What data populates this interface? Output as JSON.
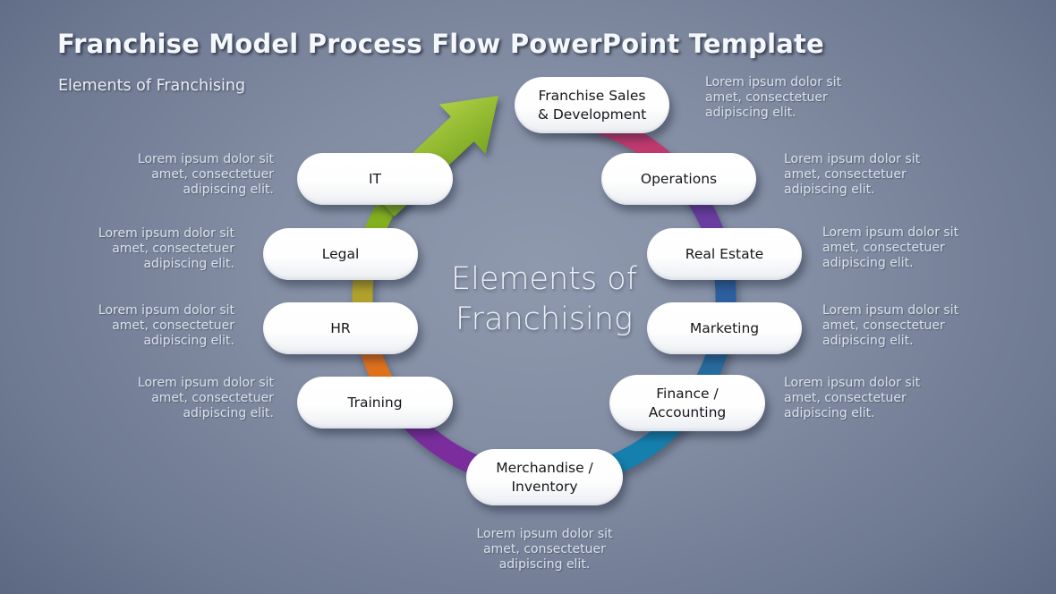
{
  "header": {
    "title": "Franchise Model Process Flow PowerPoint Template",
    "subtitle": "Elements of Franchising"
  },
  "center": {
    "line1": "Elements of",
    "line2": "Franchising"
  },
  "nodes": [
    {
      "id": "franchise-sales-development",
      "label": "Franchise Sales\n& Development",
      "desc": "Lorem ipsum dolor sit\namet, consectetuer\nadipiscing elit."
    },
    {
      "id": "operations",
      "label": "Operations",
      "desc": "Lorem ipsum dolor sit\namet, consectetuer\nadipiscing elit."
    },
    {
      "id": "real-estate",
      "label": "Real Estate",
      "desc": "Lorem ipsum dolor sit\namet, consectetuer\nadipiscing elit."
    },
    {
      "id": "marketing",
      "label": "Marketing",
      "desc": "Lorem ipsum dolor sit\namet, consectetuer\nadipiscing elit."
    },
    {
      "id": "finance-accounting",
      "label": "Finance /\nAccounting",
      "desc": "Lorem ipsum dolor sit\namet, consectetuer\nadipiscing elit."
    },
    {
      "id": "merchandise-inventory",
      "label": "Merchandise /\nInventory",
      "desc": "Lorem ipsum dolor sit\namet, consectetuer\nadipiscing elit."
    },
    {
      "id": "training",
      "label": "Training",
      "desc": "Lorem ipsum dolor sit\namet, consectetuer\nadipiscing elit."
    },
    {
      "id": "hr",
      "label": "HR",
      "desc": "Lorem ipsum dolor sit\namet, consectetuer\nadipiscing elit."
    },
    {
      "id": "legal",
      "label": "Legal",
      "desc": "Lorem ipsum dolor sit\namet, consectetuer\nadipiscing elit."
    },
    {
      "id": "it",
      "label": "IT",
      "desc": "Lorem ipsum dolor sit\namet, consectetuer\nadipiscing elit."
    }
  ],
  "ring": {
    "segments": [
      {
        "from": "franchise-sales-development",
        "to": "operations",
        "color": "#bf3a6e"
      },
      {
        "from": "operations",
        "to": "real-estate",
        "color": "#6a3da1"
      },
      {
        "from": "real-estate",
        "to": "marketing",
        "color": "#2d5f9e"
      },
      {
        "from": "marketing",
        "to": "finance-accounting",
        "color": "#276b9e"
      },
      {
        "from": "finance-accounting",
        "to": "merchandise-inventory",
        "color": "#1580ad"
      },
      {
        "from": "merchandise-inventory",
        "to": "training",
        "color": "#7b2d9e"
      },
      {
        "from": "training",
        "to": "hr",
        "color": "#e0711c"
      },
      {
        "from": "hr",
        "to": "legal",
        "color": "#b1a02a"
      },
      {
        "from": "legal",
        "to": "it",
        "color": "#84b01f"
      },
      {
        "from": "it",
        "to": "franchise-sales-development",
        "color": "#74a81d"
      }
    ]
  },
  "arrow": {
    "direction": "up-right",
    "color_light": "#b9d74b",
    "color_dark": "#6f9e1a"
  },
  "background": {
    "center_color": "#8e99ae",
    "edge_color": "#444f68",
    "text_color": "#dbe2ec"
  }
}
